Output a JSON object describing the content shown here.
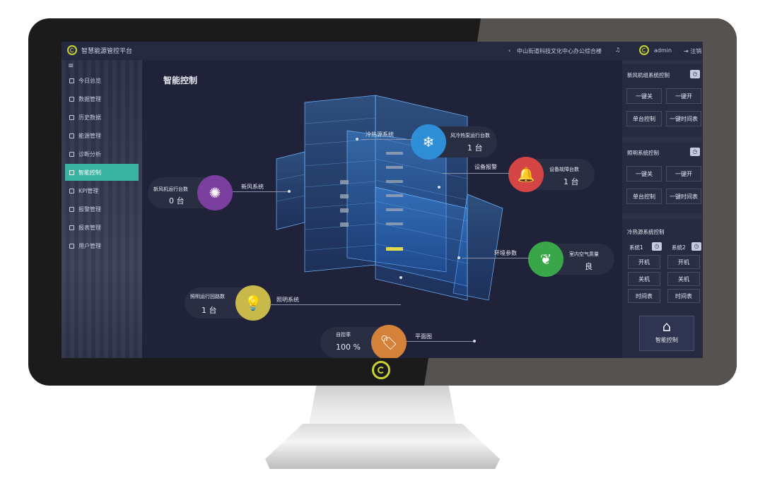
{
  "app": {
    "title": "智慧能源管控平台"
  },
  "topbar": {
    "back_glyph": "‹",
    "location": "中山街道科技文化中心办公综合楼",
    "bell_glyph": "♫",
    "username": "admin",
    "logout": "注销",
    "logout_glyph": "⇥"
  },
  "sidebar": {
    "toggle_glyph": "≡",
    "items": [
      {
        "label": "今日总览",
        "icon": "overview-icon"
      },
      {
        "label": "数据管理",
        "icon": "data-icon"
      },
      {
        "label": "历史数据",
        "icon": "history-icon"
      },
      {
        "label": "能源管理",
        "icon": "energy-icon"
      },
      {
        "label": "诊断分析",
        "icon": "diagnosis-icon"
      },
      {
        "label": "智能控制",
        "icon": "control-icon",
        "active": true
      },
      {
        "label": "KPI管理",
        "icon": "kpi-icon"
      },
      {
        "label": "报警管理",
        "icon": "alarm-icon"
      },
      {
        "label": "报表管理",
        "icon": "report-icon"
      },
      {
        "label": "用户管理",
        "icon": "user-icon"
      }
    ]
  },
  "main": {
    "title": "智能控制",
    "stats": {
      "fresh_air": {
        "label": "新风机运行台数",
        "value": "0 台",
        "icon": "fan-icon",
        "color": "#7b3fa0",
        "callout": "新风系统"
      },
      "heatpump": {
        "label": "风冷热泵运行台数",
        "value": "1 台",
        "icon": "snowflake-sun-icon",
        "color": "#2f8fd6",
        "callout": "冷热源系统"
      },
      "fault": {
        "label": "设备故障台数",
        "value": "1 台",
        "icon": "bell-icon",
        "color": "#d64545",
        "callout": "设备报警"
      },
      "air_quality": {
        "label": "室内空气质量",
        "value": "良",
        "icon": "leaf-icon",
        "color": "#3aa64a",
        "callout": "环境参数"
      },
      "lighting": {
        "label": "照明运行回路数",
        "value": "1 台",
        "icon": "bulb-icon",
        "color": "#c9b94a",
        "callout": "照明系统"
      },
      "self_control": {
        "label": "自控率",
        "value": "100 %",
        "icon": "tags-icon",
        "color": "#d4823a",
        "callout": "平面图"
      }
    }
  },
  "right_panel": {
    "fresh_air_section": {
      "title": "新风机组系统控制",
      "buttons": [
        "一键关",
        "一键开",
        "单台控制",
        "一键时间表"
      ]
    },
    "lighting_section": {
      "title": "照明系统控制",
      "buttons": [
        "一键关",
        "一键开",
        "单台控制",
        "一键时间表"
      ]
    },
    "hvac_section": {
      "title": "冷热源系统控制",
      "system1": "系统1",
      "system2": "系统2",
      "buttons1": [
        "开机",
        "关机",
        "时间表"
      ],
      "buttons2": [
        "开机",
        "关机",
        "时间表"
      ]
    },
    "home_tile": {
      "label": "智能控制",
      "icon": "home-icon"
    }
  }
}
